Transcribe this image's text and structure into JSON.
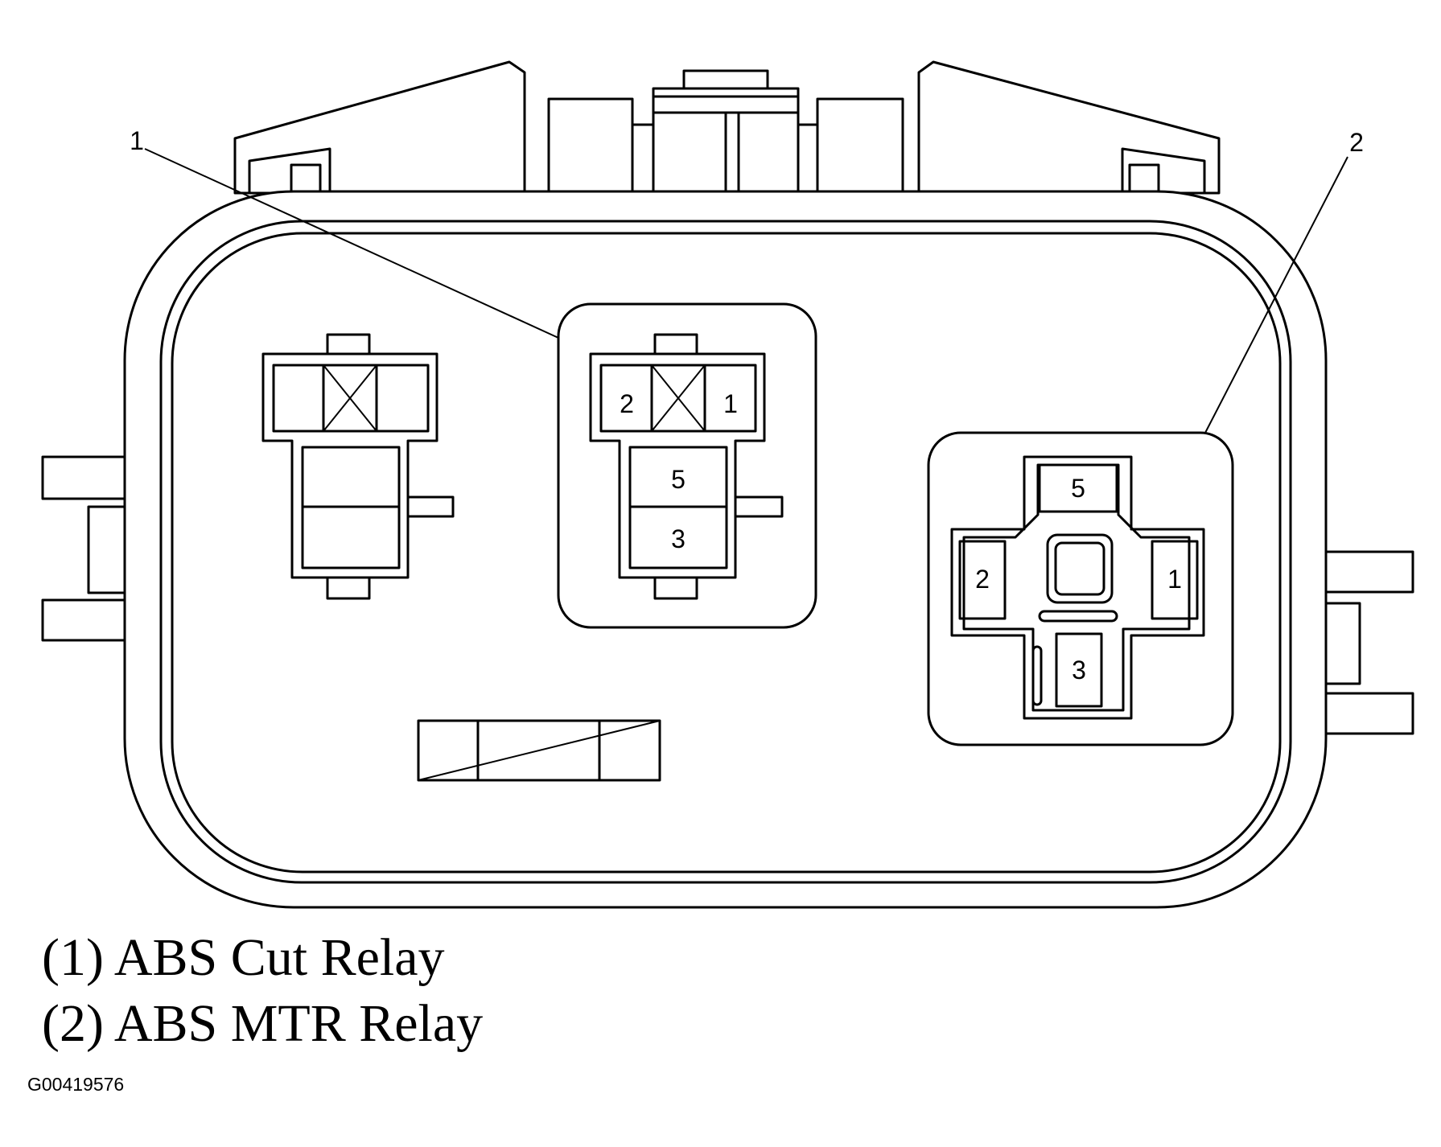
{
  "callouts": {
    "one": "1",
    "two": "2"
  },
  "relay_cut": {
    "pin_left": "2",
    "pin_right": "1",
    "pin_mid_top": "5",
    "pin_mid_bottom": "3"
  },
  "relay_mtr": {
    "pin_top": "5",
    "pin_left": "2",
    "pin_right": "1",
    "pin_bottom": "3"
  },
  "legend": {
    "item_1": "(1) ABS Cut Relay",
    "item_2": "(2) ABS MTR Relay"
  },
  "figure_id": "G00419576"
}
